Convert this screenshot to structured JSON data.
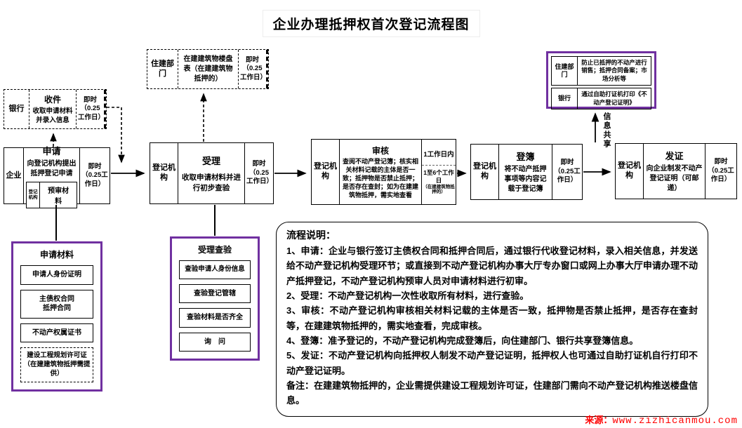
{
  "title": "企业办理抵押权首次登记流程图",
  "info_share_label": "信息共享",
  "watermark": {
    "label": "来源：",
    "url": "www.zizhicanmou.com"
  },
  "colors": {
    "purple": "#7030A0",
    "watermark_red": "#ff0000",
    "line_black": "#000000"
  },
  "flow": {
    "shoujian": {
      "role": "银行",
      "title": "收件",
      "desc": "收取申请材料并录入信息",
      "time": "即时（0.25工作日）"
    },
    "loupan": {
      "role": "住建部门",
      "desc": "在建建筑物楼盘表（在建建筑物抵押的）",
      "time": "即时（0.25工作日）"
    },
    "share": {
      "rows": [
        {
          "role": "住建部门",
          "desc": "防止已抵押的不动产进行销售；抵押合同备案；市场分析等"
        },
        {
          "role": "银行",
          "desc": "通过自助打证机打印《不动产登记证明》"
        }
      ]
    },
    "shenqing": {
      "role": "企业",
      "title": "申请",
      "desc": "向登记机构提出抵押登记申请",
      "sub_role": "登记机构",
      "sub_desc": "预审材料",
      "time": "即时（0.25工作日）"
    },
    "shouli": {
      "role": "登记机构",
      "title": "受理",
      "desc": "收取申请材料并进行初步查验",
      "time": "即时（0.25工作日）"
    },
    "shenhe": {
      "role": "登记机构",
      "title": "审核",
      "desc": "查阅不动产登记簿；核实相关材料记载的主体是否一致；抵押物是否禁止抵押；是否存在查封；如为在建建筑物抵押，需实地查看",
      "time1": "1工作日内",
      "time2": "1至6个工作日",
      "time2_note": "（在建建筑物抵押的）"
    },
    "dengbu": {
      "role": "登记机构",
      "title": "登簿",
      "desc": "将不动产抵押事项等内容记载于登记簿",
      "time": "即时（0.25工作日）"
    },
    "fazheng": {
      "role": "登记机构",
      "title": "发证",
      "desc": "向企业制发不动产登记证明（可邮递）",
      "time": "即时（0.25工作日）"
    }
  },
  "materials": {
    "title": "申请材料",
    "items": [
      "申请人身份证明",
      "主债权合同\n抵押合同",
      "不动产权属证书",
      "建设工程规划许可证（在建建筑物抵押需提供）"
    ]
  },
  "check": {
    "title": "受理查验",
    "items": [
      "查验申请人身份信息",
      "查验登记管辖",
      "查验材料是否齐全",
      "询　问"
    ]
  },
  "notes": {
    "title": "流程说明：",
    "items": [
      {
        "label": "1、申请：",
        "text": "企业与银行签订主债权合同和抵押合同后，通过银行代收登记材料，录入相关信息，并发送给不动产登记机构受理环节；或直接到不动产登记机构办事大厅专办窗口或网上办事大厅申请办理不动产抵押登记，不动产登记机构预审人员对申请材料进行初审。"
      },
      {
        "label": "2、受理：",
        "text": "不动产登记机构一次性收取所有材料，进行查验。"
      },
      {
        "label": "3、审核：",
        "text": "不动产登记机构审核相关材料记载的主体是否一致，抵押物是否禁止抵押，是否存在查封等，在建建筑物抵押的，需实地查看，完成审核。"
      },
      {
        "label": "4、登簿：",
        "text": "准予登记的，不动产登记机构完成登簿后，向住建部门、银行共享登簿信息。"
      },
      {
        "label": "5、发证：",
        "text": "不动产登记机构向抵押权人制发不动产登记证明，抵押权人也可通过自助打证机自行打印不动产登记证明。"
      },
      {
        "label": "备注：",
        "text": "在建建筑物抵押的，企业需提供建设工程规划许可证，住建部门需向不动产登记机构推送楼盘信息。"
      }
    ]
  }
}
